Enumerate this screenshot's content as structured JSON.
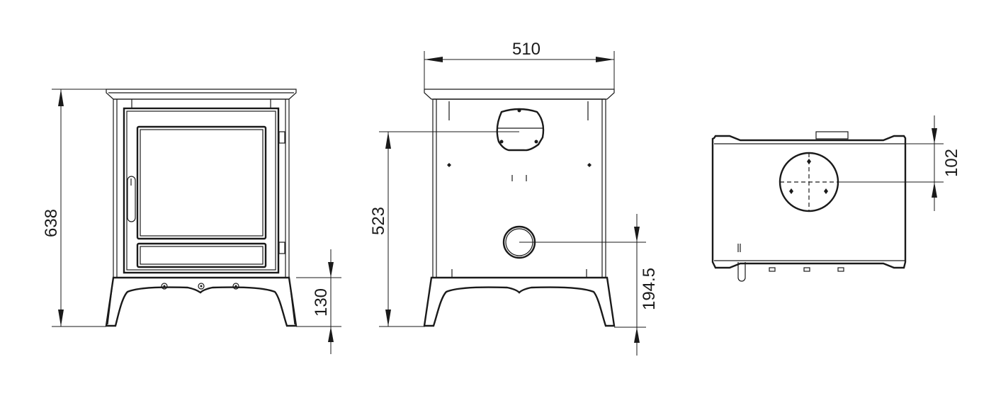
{
  "drawing": {
    "views": {
      "front": {
        "name": "front-view"
      },
      "rear": {
        "name": "rear-view"
      },
      "top": {
        "name": "top-view"
      }
    },
    "dimensions": {
      "overall_height": "638",
      "leg_height": "130",
      "overall_width": "510",
      "rear_flue_height": "523",
      "rear_outlet_height": "194.5",
      "top_flue_offset": "102"
    }
  }
}
